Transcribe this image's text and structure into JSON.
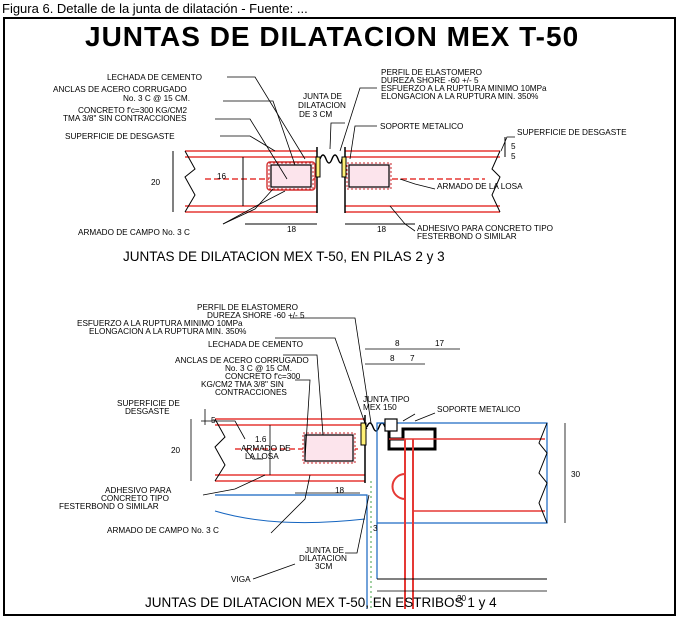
{
  "caption": "Figura 6. Detalle de la junta de dilatación - Fuente: ...",
  "title": "JUNTAS DE DILATACION MEX T-50",
  "top": {
    "lechada": "LECHADA DE CEMENTO",
    "anclas1": "ANCLAS DE ACERO CORRUGADO",
    "anclas2": "No. 3 C @ 15 CM.",
    "concreto1": "CONCRETO f'c=300 KG/CM2",
    "concreto2": "TMA 3/8\" SIN CONTRACCIONES",
    "superficie": "SUPERFICIE DE DESGASTE",
    "junta1": "JUNTA DE",
    "junta2": "DILATACION",
    "junta3": "DE 3 CM",
    "perfil1": "PERFIL DE ELASTOMERO",
    "perfil2": "DUREZA SHORE -60 +/- 5",
    "perfil3": "ESFUERZO A LA RUPTURA MINIMO 10MPa",
    "perfil4": "ELONGACION A LA RUPTURA MIN. 350%",
    "soporte": "SOPORTE METALICO",
    "superficie_r": "SUPERFICIE DE DESGASTE",
    "armado_losa": "ARMADO DE LA LOSA",
    "adhesivo1": "ADHESIVO PARA CONCRETO TIPO",
    "adhesivo2": "FESTERBOND O SIMILAR",
    "armado_campo": "ARMADO DE CAMPO No. 3 C",
    "dim_20": "20",
    "dim_16": "16",
    "dim_18a": "18",
    "dim_18b": "18",
    "dim_5a": "5",
    "dim_5b": "5",
    "subtitle": "JUNTAS DE DILATACION MEX T-50,  EN PILAS  2 y 3"
  },
  "bottom": {
    "perfil1": "PERFIL DE ELASTOMERO",
    "perfil2": "DUREZA SHORE -60 +/- 5",
    "perfil3": "ESFUERZO A LA RUPTURA MINIMO 10MPa",
    "perfil4": "ELONGACION A LA RUPTURA MIN. 350%",
    "lechada": "LECHADA DE CEMENTO",
    "anclas1": "ANCLAS DE ACERO CORRUGADO",
    "anclas2": "No. 3 C @ 15 CM.",
    "concreto1": "CONCRETO f'c=300",
    "concreto2": "KG/CM2 TMA 3/8\" SIN",
    "concreto3": "CONTRACCIONES",
    "superficie1": "SUPERFICIE DE",
    "superficie2": "DESGASTE",
    "junta_tipo1": "JUNTA TIPO",
    "junta_tipo2": "MEX 150",
    "soporte": "SOPORTE METALICO",
    "armado_losa1": "ARMADO DE",
    "armado_losa2": "LA LOSA",
    "adhesivo1": "ADHESIVO PARA",
    "adhesivo2": "CONCRETO TIPO",
    "adhesivo3": "FESTERBOND O SIMILAR",
    "armado_campo": "ARMADO DE CAMPO No. 3 C",
    "junta_dil1": "JUNTA DE",
    "junta_dil2": "DILATACION",
    "junta_dil3": "3CM",
    "viga": "VIGA",
    "dim_8a": "8",
    "dim_17": "17",
    "dim_8b": "8",
    "dim_7": "7",
    "dim_5": "5",
    "dim_20": "20",
    "dim_16": "1.6",
    "dim_18": "18",
    "dim_3": "3",
    "dim_30v": "30",
    "dim_30h": "30",
    "subtitle": "JUNTAS DE DILATACION MEX T-50,  EN ESTRIBOS 1 y 4"
  }
}
